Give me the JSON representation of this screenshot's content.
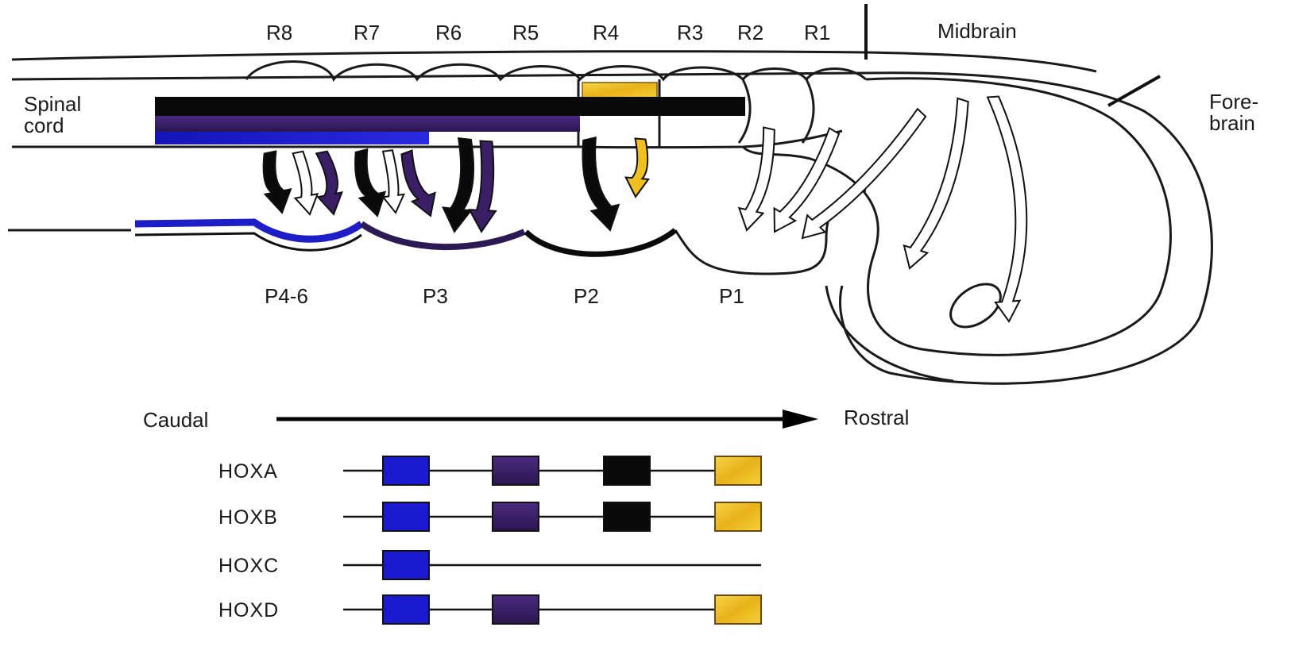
{
  "rhombomeres": [
    "R8",
    "R7",
    "R6",
    "R5",
    "R4",
    "R3",
    "R2",
    "R1"
  ],
  "regions": {
    "midbrain": "Midbrain",
    "spinal_cord": [
      "Spinal",
      "cord"
    ],
    "forebrain": [
      "Fore-",
      "brain"
    ]
  },
  "pharyngeal_arches": [
    "P4-6",
    "P3",
    "P2",
    "P1"
  ],
  "axis": {
    "caudal": "Caudal",
    "rostral": "Rostral"
  },
  "colors": {
    "blue": "#1a1ad0",
    "purple": "#3a1f66",
    "black": "#0a0a0a",
    "yellow": "#f0c020",
    "outline": "#1a1a1a"
  },
  "hox_clusters": [
    {
      "name": "HOXA",
      "line_extent": 4,
      "boxes": [
        "blue",
        "purple",
        "black",
        "yellow"
      ]
    },
    {
      "name": "HOXB",
      "line_extent": 4,
      "boxes": [
        "blue",
        "purple",
        "black",
        "yellow"
      ]
    },
    {
      "name": "HOXC",
      "line_extent": 4,
      "boxes": [
        "blue",
        null,
        null,
        null
      ]
    },
    {
      "name": "HOXD",
      "line_extent": 4,
      "boxes": [
        "blue",
        "purple",
        null,
        "yellow"
      ]
    }
  ]
}
